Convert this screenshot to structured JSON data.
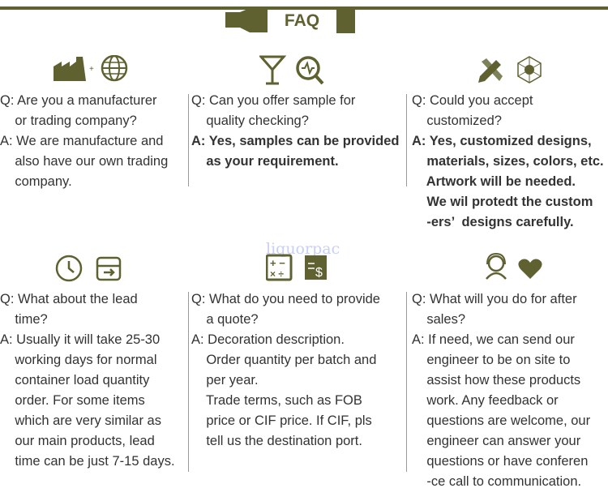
{
  "header": {
    "title": "FAQ"
  },
  "watermark": "liquorpac",
  "accent": "#5f6130",
  "items": [
    {
      "icons": [
        "factory-icon",
        "globe-icon"
      ],
      "q": [
        "Q: Are you a manufacturer",
        "    or trading company?"
      ],
      "a": [
        "A: We are manufacture and",
        "    also have our own trading",
        "    company."
      ]
    },
    {
      "icons": [
        "cocktail-glass-icon",
        "magnifier-chart-icon"
      ],
      "q": [
        "Q: Can you offer sample for",
        "    quality checking?"
      ],
      "a": [
        "A: Yes, samples can be provided",
        "    as your requirement."
      ]
    },
    {
      "icons": [
        "design-tools-icon",
        "network-icon"
      ],
      "q": [
        "Q: Could you accept",
        "    customized?"
      ],
      "a": [
        "A: Yes, customized designs,",
        "    materials, sizes, colors, etc.",
        "    Artwork will be needed.",
        "    We wil protedt the custom",
        "    -ers’  designs carefully."
      ]
    },
    {
      "icons": [
        "stopwatch-icon",
        "inbox-icon"
      ],
      "q": [
        "Q: What about the lead",
        "    time?"
      ],
      "a": [
        "A: Usually it will take 25-30",
        "    working days for normal",
        "    container load quantity",
        "    order. For some items",
        "    which are very similar as",
        "    our main products, lead",
        "    time can be just 7-15 days."
      ]
    },
    {
      "icons": [
        "calculator-icon",
        "price-document-icon"
      ],
      "q": [
        "Q: What do you need to provide",
        "    a quote?"
      ],
      "a": [
        "A: Decoration description.",
        "    Order quantity per batch and",
        "    per year.",
        "    Trade terms, such as FOB",
        "    price or CIF price. If CIF, pls",
        "    tell us the destination port."
      ]
    },
    {
      "icons": [
        "support-agent-icon",
        "heart-icon"
      ],
      "q": [
        "Q: What will you do for after",
        "    sales?"
      ],
      "a": [
        "A: If need, we can send our",
        "    engineer to be on site to",
        "    assist how these products",
        "    work. Any feedback or",
        "    questions are welcome, our",
        "    engineer can answer your",
        "    questions or have conferen",
        "    -ce call to communication."
      ]
    }
  ]
}
